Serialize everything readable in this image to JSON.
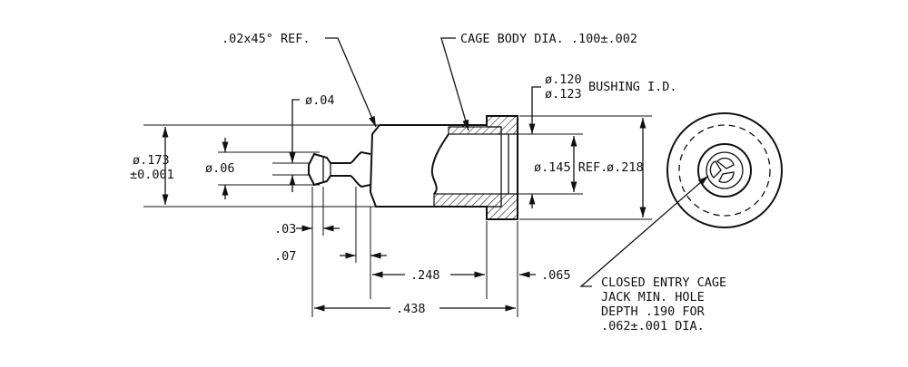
{
  "labels": {
    "chamfer_ref": ".02x45° REF.",
    "cage_body_dia": "CAGE BODY DIA. .100±.002",
    "bushing_id_a": "ø.120",
    "bushing_id_b": "ø.123",
    "bushing_id": "BUSHING I.D.",
    "tip_dia": "ø.04",
    "body_dia_a": "ø.173",
    "body_dia_b": "±0.001",
    "pin_dia": "ø.06",
    "bore_ref": "ø.145 REF.",
    "flange_dia": "ø.218",
    "dim_03": ".03",
    "dim_07": ".07",
    "dim_248": ".248",
    "dim_065": ".065",
    "dim_438": ".438",
    "note_line1": "CLOSED ENTRY CAGE",
    "note_line2": "JACK MIN. HOLE",
    "note_line3": "DEPTH .190 FOR",
    "note_line4": ".062±.001 DIA."
  }
}
